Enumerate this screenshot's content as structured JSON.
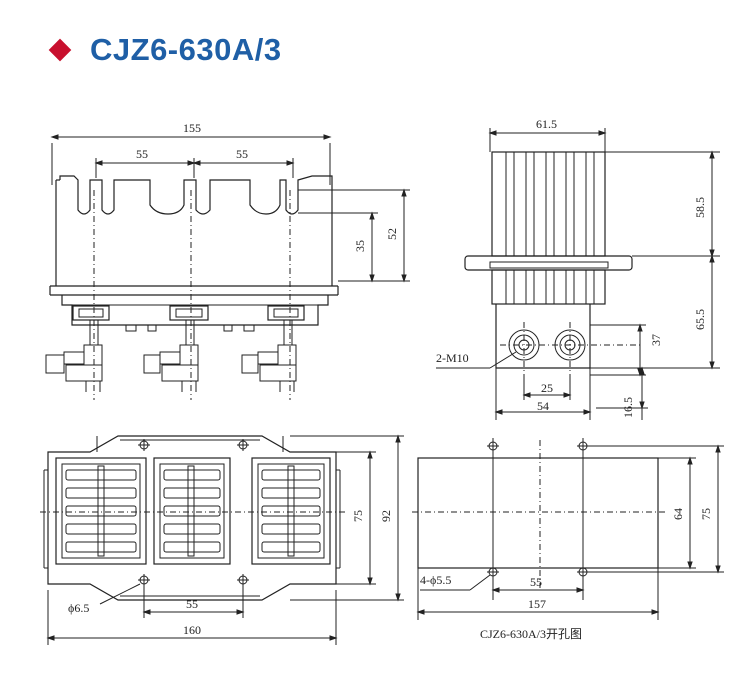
{
  "title": "CJZ6-630A/3",
  "accent_color": "#c8102e",
  "title_color": "#1f5fa6",
  "front_view": {
    "width_total": "155",
    "pitch_1": "55",
    "pitch_2": "55",
    "height_inner": "35",
    "height_outer": "52"
  },
  "side_view": {
    "width": "61.5",
    "height_top": "58.5",
    "height_bottom": "65.5",
    "thread": "2-M10",
    "offset_37": "37",
    "spacing_25": "25",
    "width_54": "54",
    "offset_16_5": "16.5"
  },
  "top_view": {
    "hole": "ϕ6.5",
    "pitch": "55",
    "width_total": "160",
    "height_75": "75",
    "height_92": "92"
  },
  "cutout_view": {
    "holes": "4-ϕ5.5",
    "pitch": "55",
    "width": "157",
    "height_64": "64",
    "height_75": "75",
    "caption": "CJZ6-630A/3开孔图"
  }
}
